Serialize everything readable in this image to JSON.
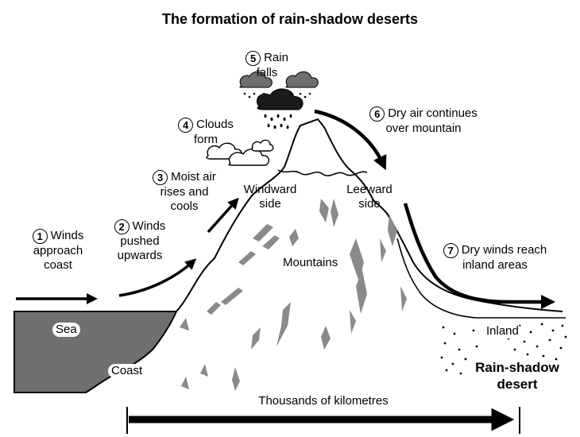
{
  "title": "The formation of rain-shadow deserts",
  "steps": [
    {
      "num": "1",
      "lines": [
        "Winds",
        "approach",
        "coast"
      ]
    },
    {
      "num": "2",
      "lines": [
        "Winds",
        "pushed",
        "upwards"
      ]
    },
    {
      "num": "3",
      "lines": [
        "Moist air",
        "rises and",
        "cools"
      ]
    },
    {
      "num": "4",
      "lines": [
        "Clouds",
        "form"
      ]
    },
    {
      "num": "5",
      "lines": [
        "Rain",
        "falls"
      ]
    },
    {
      "num": "6",
      "lines": [
        "Dry air continues",
        "over mountain"
      ]
    },
    {
      "num": "7",
      "lines": [
        "Dry winds reach",
        "inland areas"
      ]
    }
  ],
  "labels": {
    "windward": [
      "Windward",
      "side"
    ],
    "leeward": [
      "Leeward",
      "side"
    ],
    "mountains": "Mountains",
    "sea": "Sea",
    "coast": "Coast",
    "inland": "Inland",
    "desert": [
      "Rain-shadow",
      "desert"
    ],
    "distance": "Thousands of kilometres"
  },
  "colors": {
    "sea": "#707070",
    "rock": "#8a8a8a",
    "cloud_dark": "#1a1a1a",
    "cloud_grey": "#6e6e6e"
  }
}
